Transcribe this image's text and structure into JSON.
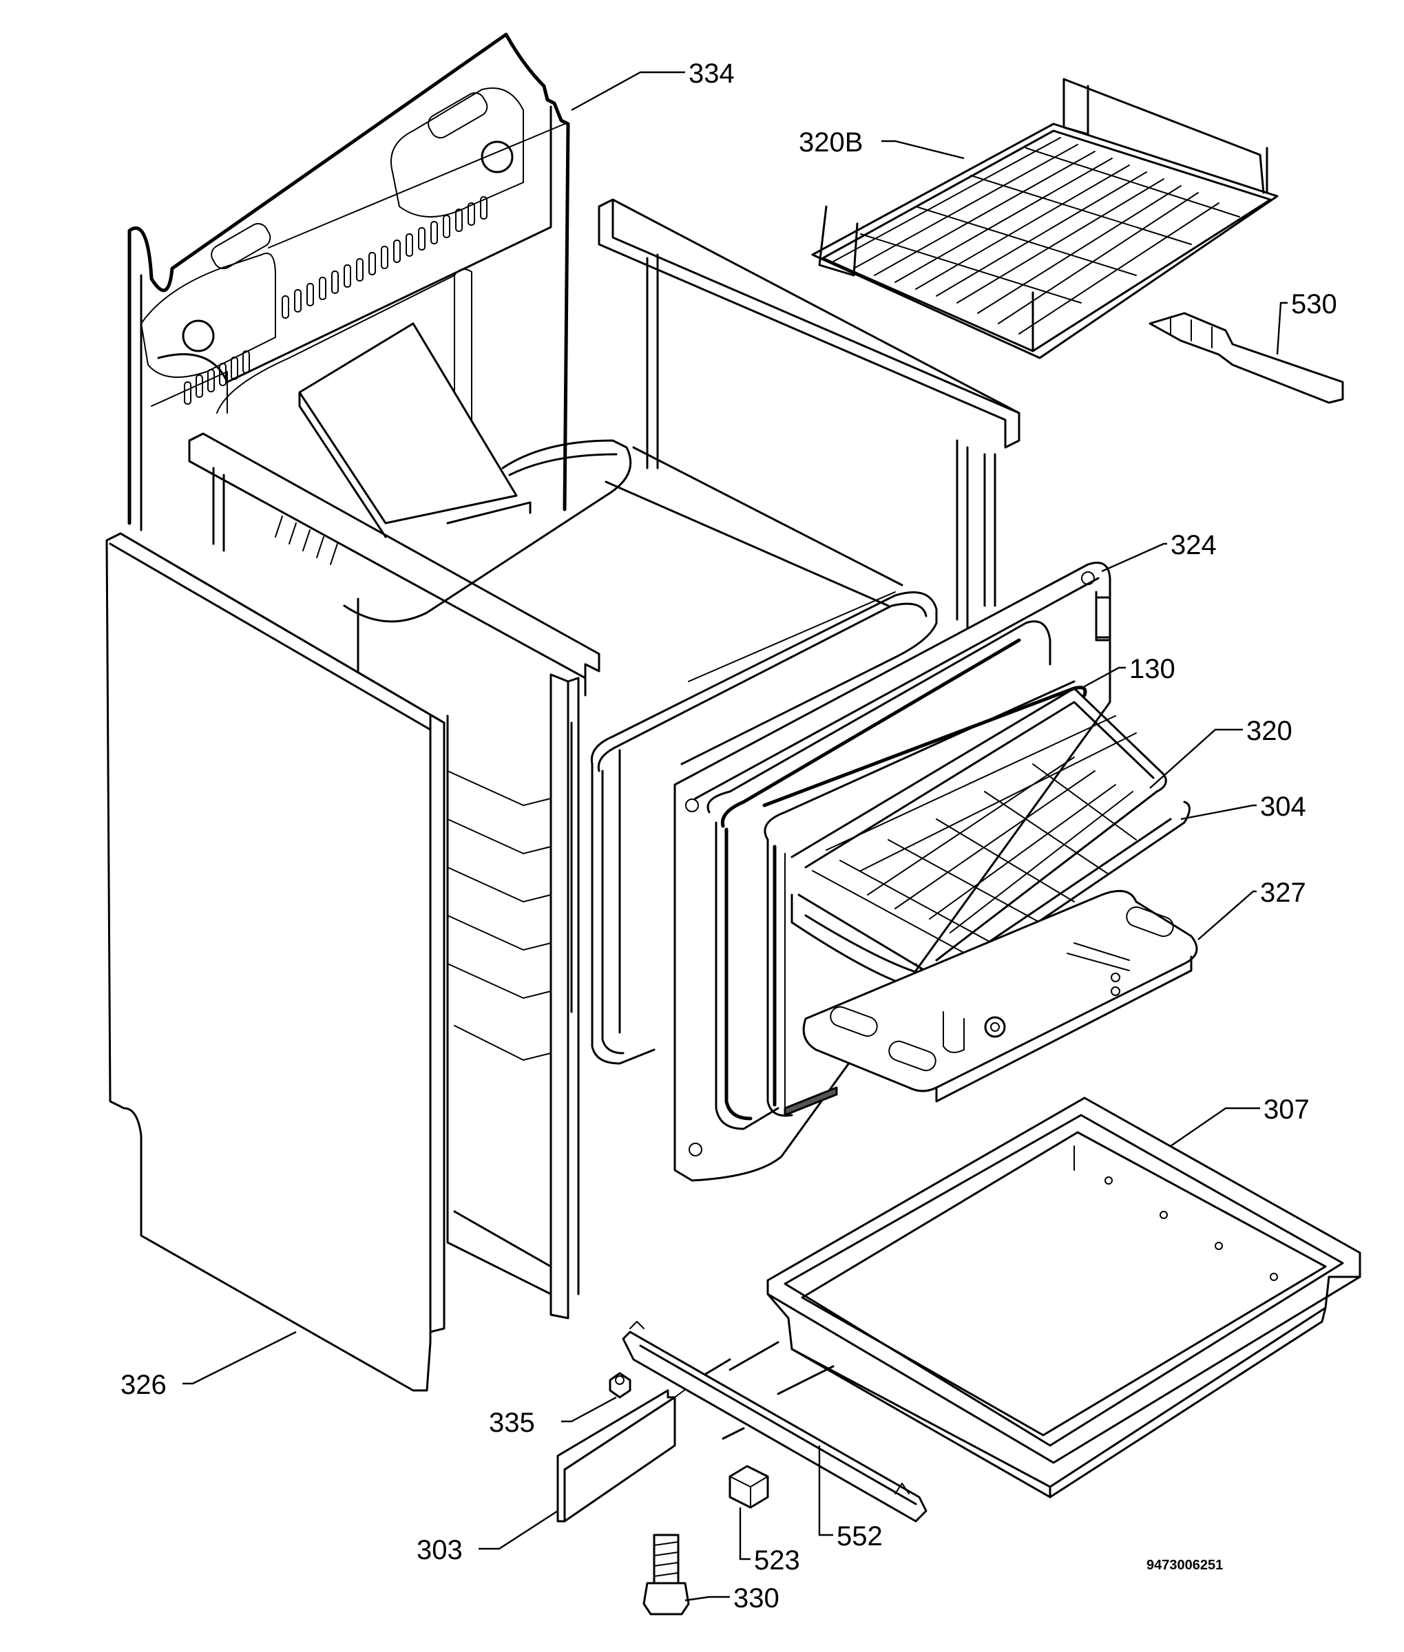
{
  "diagram": {
    "labels": {
      "p334": "334",
      "p320b": "320B",
      "p530": "530",
      "p324": "324",
      "p130": "130",
      "p320": "320",
      "p304": "304",
      "p327": "327",
      "p307": "307",
      "p326": "326",
      "p335": "335",
      "p303": "303",
      "p523": "523",
      "p552": "552",
      "p330": "330"
    },
    "code": "9473006251"
  }
}
